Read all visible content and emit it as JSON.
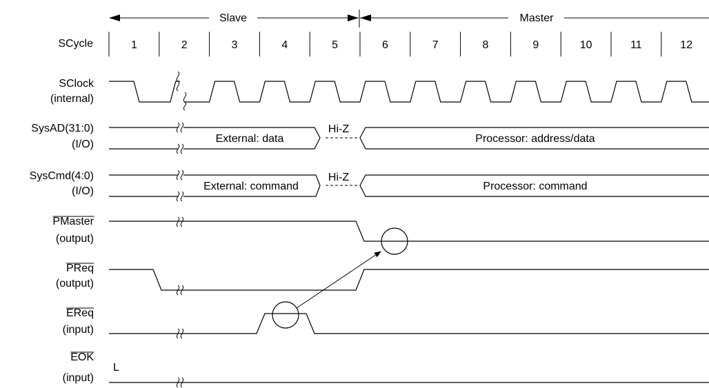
{
  "header": {
    "slave_label": "Slave",
    "master_label": "Master"
  },
  "cycles": {
    "label": "SCycle",
    "numbers": [
      "1",
      "2",
      "3",
      "4",
      "5",
      "6",
      "7",
      "8",
      "9",
      "10",
      "11",
      "12"
    ]
  },
  "signals": [
    {
      "name": "SClock",
      "sub": "(internal)",
      "overbar": false
    },
    {
      "name": "SysAD(31:0)",
      "sub": "(I/O)",
      "overbar": false
    },
    {
      "name": "SysCmd(4:0)",
      "sub": "(I/O)",
      "overbar": false
    },
    {
      "name": "PMaster",
      "sub": "(output)",
      "overbar": true
    },
    {
      "name": "PReq",
      "sub": "(output)",
      "overbar": true
    },
    {
      "name": "EReq",
      "sub": "(input)",
      "overbar": true
    },
    {
      "name": "EOK",
      "sub": "(input)",
      "overbar": true
    }
  ],
  "bus_text": {
    "sysad_external": "External: data",
    "sysad_hiz": "Hi-Z",
    "sysad_processor": "Processor: address/data",
    "syscmd_external": "External: command",
    "syscmd_hiz": "Hi-Z",
    "syscmd_processor": "Processor: command"
  },
  "eok_level": "L"
}
